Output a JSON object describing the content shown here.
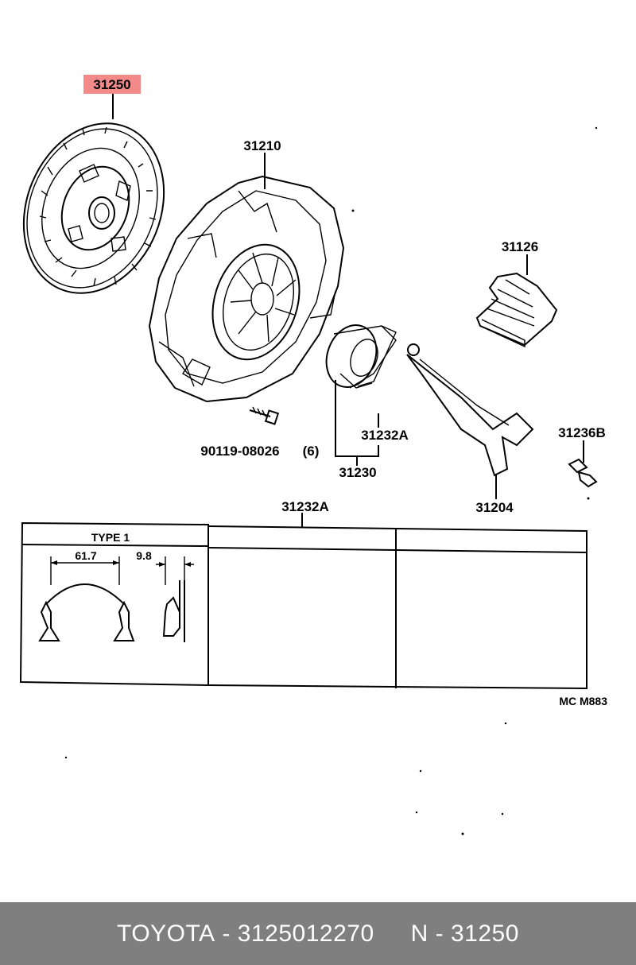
{
  "diagram": {
    "parts": {
      "clutch_disc": "31250",
      "clutch_cover": "31210",
      "bolt": "90119-08026",
      "bolt_qty": "(6)",
      "release_bearing_assy": "31230",
      "release_bearing_clip": "31232A",
      "release_fork": "31204",
      "boot": "31126",
      "fork_support": "31236B"
    },
    "detail_table": {
      "ref": "31232A",
      "type_label": "TYPE 1",
      "dim_width": "61.7",
      "dim_depth": "9.8"
    },
    "figure_code": "MC M883",
    "highlight_color": "#f28a8a"
  },
  "footer": {
    "brand": "TOYOTA",
    "part_number": "3125012270",
    "ref_prefix": "N",
    "ref": "31250",
    "background": "#7f7f7f"
  }
}
